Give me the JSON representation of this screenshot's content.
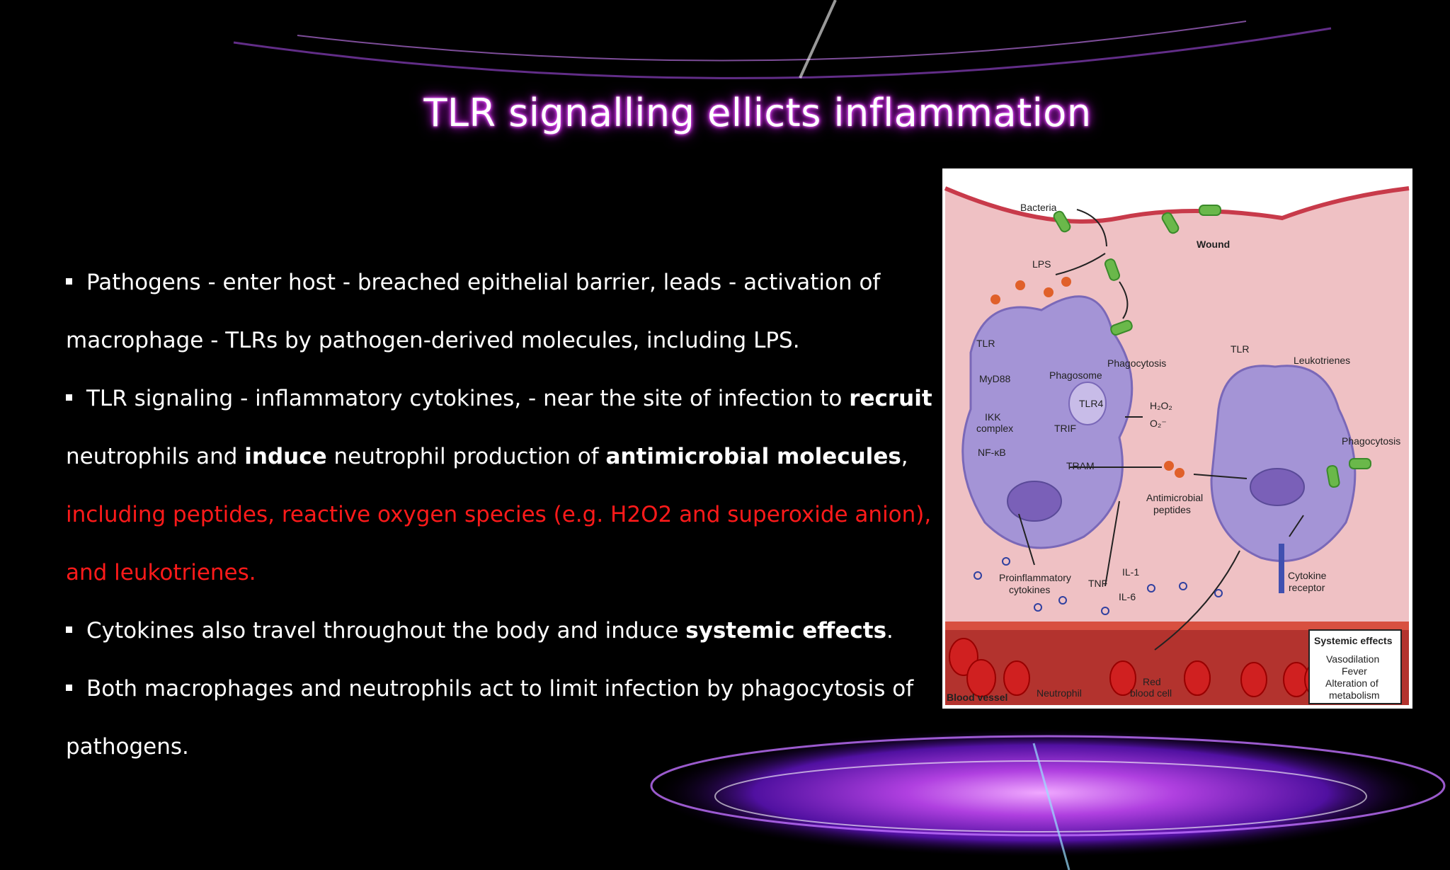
{
  "slide": {
    "title": "TLR signalling ellicts inflammation"
  },
  "bullets": {
    "b1_text": "Pathogens -  enter host  - breached epithelial barrier, leads - activation of macrophage - TLRs by pathogen-derived molecules, including LPS.",
    "b2_part1": "TLR signaling -  inflammatory cytokines, - near the site of infection to ",
    "b2_recruit": "recruit",
    "b2_part2": " neutrophils and ",
    "b2_induce": "induce",
    "b2_part3": " neutrophil production of ",
    "b2_antimicrobial": "antimicrobial molecules",
    "b2_comma": ", ",
    "b2_red": "including peptides, reactive oxygen species (e.g. H2O2 and superoxide anion), and leukotrienes.",
    "b3_part1": "Cytokines also travel throughout the body and induce ",
    "b3_bold": "systemic effects",
    "b3_end": ".",
    "b4_text": "Both macrophages and neutrophils act to limit infection by phagocytosis of pathogens."
  },
  "figure": {
    "bacteria": "Bacteria",
    "wound": "Wound",
    "lps": "LPS",
    "tlr_left": "TLR",
    "myd88": "MyD88",
    "ikk": "IKK",
    "complex": "complex",
    "nfkb": "NF-κB",
    "phagosome": "Phagosome",
    "phagocytosis_left": "Phagocytosis",
    "tlr4": "TLR4",
    "trif": "TRIF",
    "tram": "TRAM",
    "h2o2": "H₂O₂",
    "o2": "O₂⁻",
    "antimicrobial": "Antimicrobial",
    "peptides": "peptides",
    "tlr_right": "TLR",
    "leukotrienes": "Leukotrienes",
    "phagocytosis_right": "Phagocytosis",
    "proinflammatory": "Proinflammatory",
    "cytokines": "cytokines",
    "tnf": "TNF",
    "il1": "IL-1",
    "il6": "IL-6",
    "cytokine": "Cytokine",
    "receptor": "receptor",
    "systemic_effects": "Systemic effects",
    "vasodilation": "Vasodilation",
    "fever": "Fever",
    "alteration": "Alteration of",
    "metabolism": "metabolism",
    "blood_vessel": "Blood vessel",
    "neutrophil": "Neutrophil",
    "red": "Red",
    "blood_cell": "blood cell"
  }
}
